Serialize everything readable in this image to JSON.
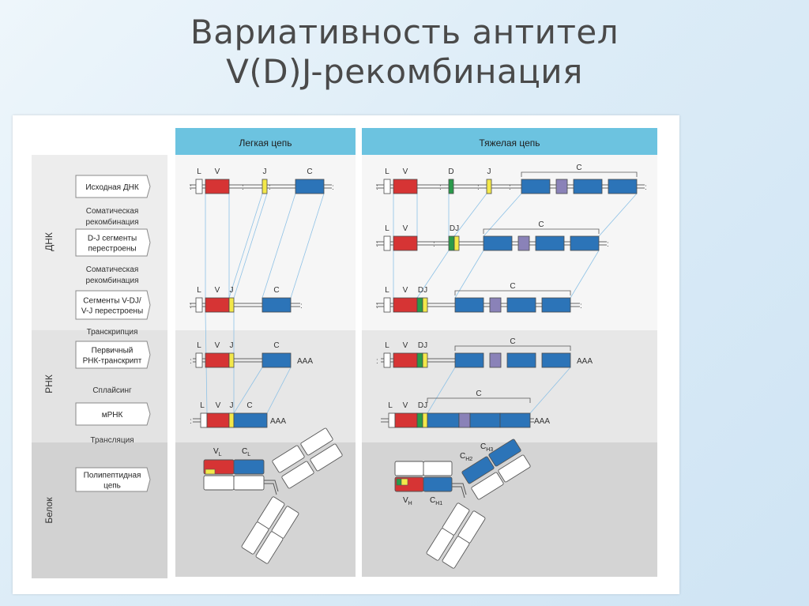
{
  "slide": {
    "title_line1": "Вариативность антител",
    "title_line2": "V(D)J-рекомбинация"
  },
  "diagram": {
    "panel_light": "Легкая цепь",
    "panel_heavy": "Тяжелая цепь",
    "levels": {
      "dna": "ДНК",
      "rna": "РНК",
      "protein": "Белок"
    },
    "steps": {
      "s1": [
        "Исходная ДНК"
      ],
      "a1": [
        "Соматическая",
        "рекомбинация"
      ],
      "s2": [
        "D-J сегменты",
        "перестроены"
      ],
      "a2": [
        "Соматическая",
        "рекомбинация"
      ],
      "s3": [
        "Сегменты V-DJ/",
        "V-J перестроены"
      ],
      "a3": [
        "Транскрипция"
      ],
      "s4": [
        "Первичный",
        "РНК-транскрипт"
      ],
      "a4": [
        "Сплайсинг"
      ],
      "s5": [
        "мРНК"
      ],
      "a5": [
        "Трансляция"
      ],
      "s6": [
        "Полипептидная",
        "цепь"
      ]
    },
    "segment_labels": {
      "L": "L",
      "V": "V",
      "D": "D",
      "J": "J",
      "C": "C",
      "DJ": "DJ"
    },
    "poly_a": "AAA",
    "domain_labels": {
      "vl": "V",
      "vl_sub": "L",
      "cl": "C",
      "cl_sub": "L",
      "vh": "V",
      "vh_sub": "H",
      "ch1": "C",
      "ch1_sub": "H1",
      "ch2": "C",
      "ch2_sub": "H2",
      "ch3": "C",
      "ch3_sub": "H3"
    },
    "colors": {
      "header": "#6cc3e0",
      "leader": "#ffffff",
      "v": "#d63434",
      "d": "#2a9a4a",
      "j": "#f3e84a",
      "c": "#2c74b8",
      "hinge": "#8a82b8",
      "dna_band": "#f6f6f6",
      "rna_band": "#e7e7e7",
      "protein_band": "#d4d4d4",
      "guide": "#8fc2e6"
    }
  }
}
